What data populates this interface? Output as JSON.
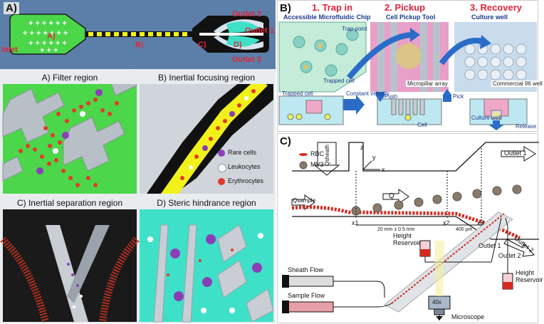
{
  "panelA": {
    "label": "A)",
    "chip": {
      "inlet": "Inlet",
      "region_a": "A)",
      "region_b": "B)",
      "region_c": "C)",
      "region_d": "D)",
      "outlet1": "Outlet 1",
      "outlet2": "Outlet 2",
      "outlet3": "Outlet 3"
    },
    "sub_a": "A) Filter region",
    "sub_b": "B) Inertial focusing region",
    "sub_c": "C) Inertial separation region",
    "sub_d": "D) Steric hindrance region",
    "legend": {
      "rare": "Rare cells",
      "leuko": "Leukocytes",
      "ery": "Erythrocytes"
    }
  },
  "panelB": {
    "label": "B)",
    "step1": "1. Trap in",
    "step2": "2. Pickup",
    "step3": "3. Recovery",
    "sub1": "Accessible Microfluidic Chip",
    "sub2": "Cell Pickup Tool",
    "sub3": "Culture well",
    "trap_point": "Trap point",
    "trapped_cell": "Trapped cell",
    "micropillar": "Micropillar array",
    "commercial": "Commercial 96 well",
    "trapped_cell2": "Trapped cell",
    "constant_velocity": "Constant velocity",
    "push": "Push",
    "pick": "Pick",
    "cell": "Cell",
    "culture_well": "Culture well",
    "release": "Release"
  },
  "panelC": {
    "label": "C)",
    "rbc": "RBC",
    "mv3": "MV3",
    "qsheath": "Qsheath",
    "qsample": "Qsample",
    "q": "Q",
    "outlet1": "Outlet 1",
    "outlet2": "Outlet 2",
    "x1": "x1",
    "x2": "x2",
    "x3": "x3",
    "dist1": "20 mm ± 0.5 mm",
    "dist2": "400 μm",
    "height_res1": "Height Reservoir",
    "height_res2": "Height Reservoir",
    "outlet1b": "Outlet 1",
    "outlet2b": "Outlet 2",
    "sheath_flow": "Sheath Flow",
    "sample_flow": "Sample Flow",
    "microscope": "Microscope",
    "mag": "40x",
    "ax_z": "z",
    "ax_y": "y",
    "ax_x": "x"
  },
  "colors": {
    "chip_green": "#4cd64a",
    "steel_blue": "#5a7ea8",
    "title_red": "#e0243a",
    "focus_yellow": "#f2f21a",
    "steric_cyan": "#3fe0c8"
  }
}
